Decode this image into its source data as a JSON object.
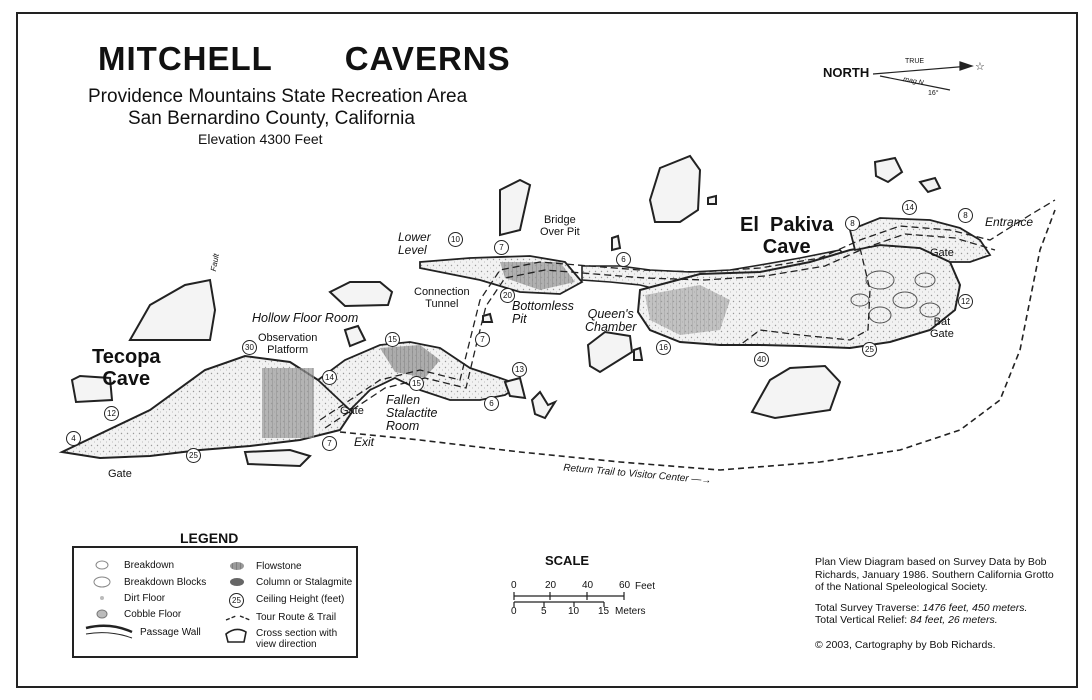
{
  "title": "MITCHELL   CAVERNS",
  "subtitle_line1": "Providence Mountains State Recreation Area",
  "subtitle_line2": "San Bernardino County, California",
  "elevation": "Elevation  4300 Feet",
  "north": {
    "label": "NORTH",
    "true_label": "TRUE",
    "mag_label": "mag N",
    "declination": "16°"
  },
  "caves": {
    "tecopa": "Tecopa\nCave",
    "el_pakiva": "El  Pakiva\nCave"
  },
  "labels": {
    "lower_level": "Lower\nLevel",
    "bridge_over_pit": "Bridge\nOver Pit",
    "connection_tunnel": "Connection\nTunnel",
    "bottomless_pit": "Bottomless\nPit",
    "hollow_floor_room": "Hollow  Floor  Room",
    "observation_platform": "Observation\nPlatform",
    "fallen_stalactite_room": "Fallen\nStalactite\nRoom",
    "queens_chamber": "Queen's\nChamber",
    "entrance": "Entrance",
    "gate": "Gate",
    "bat_gate": "Bat\nGate",
    "exit": "Exit",
    "fault": "Fault",
    "return_trail": "Return Trail to Visitor Center —→"
  },
  "ceiling_heights": [
    "10",
    "7",
    "6",
    "20",
    "7",
    "13",
    "6",
    "15",
    "15",
    "14",
    "30",
    "12",
    "4",
    "25",
    "7",
    "16",
    "40",
    "25",
    "12",
    "8",
    "14",
    "8"
  ],
  "legend": {
    "title": "LEGEND",
    "items": [
      "Breakdown",
      "Breakdown Blocks",
      "Dirt Floor",
      "Cobble Floor",
      "Passage Wall",
      "Flowstone",
      "Column or Stalagmite",
      "Ceiling Height (feet)",
      "Tour Route & Trail",
      "Cross section with\nview direction"
    ],
    "ceiling_symbol": "25"
  },
  "scale": {
    "title": "SCALE",
    "feet_ticks": [
      "0",
      "20",
      "40",
      "60"
    ],
    "feet_unit": "Feet",
    "meter_ticks": [
      "0",
      "5",
      "10",
      "15"
    ],
    "meter_unit": "Meters"
  },
  "credits": {
    "line1": "Plan View Diagram based on Survey Data by Bob Richards, January 1986.  Southern California Grotto of the National Speleological Society.",
    "traverse_label": "Total Survey Traverse:",
    "traverse_value": "1476 feet, 450 meters.",
    "relief_label": "Total Vertical Relief:",
    "relief_value": "84 feet, 26 meters.",
    "copyright": "© 2003, Cartography by Bob Richards."
  }
}
